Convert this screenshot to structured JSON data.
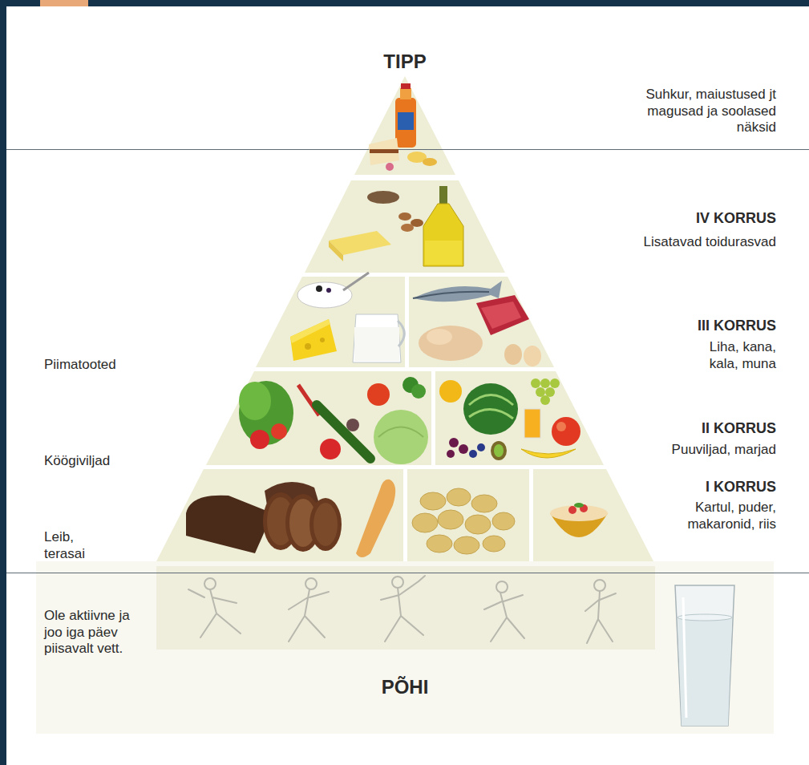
{
  "diagram": {
    "labels": [
      "TIPP",
      "Suhkur, maiustused jt magusad ja soolased näksid",
      "IV KORRUS",
      "Lisatavad toidurasvad",
      "Piimatooted",
      "III KORRUS",
      "Liha, kana, kala, muna",
      "II KORRUS",
      "Puuviljad, marjad",
      "Köögiviljad",
      "I KORRUS",
      "Kartul, puder, makaronid, riis",
      "Leib, terasai",
      "Ole aktiivne ja joo iga päev piisavalt vett.",
      "PÕHI"
    ]
  }
}
